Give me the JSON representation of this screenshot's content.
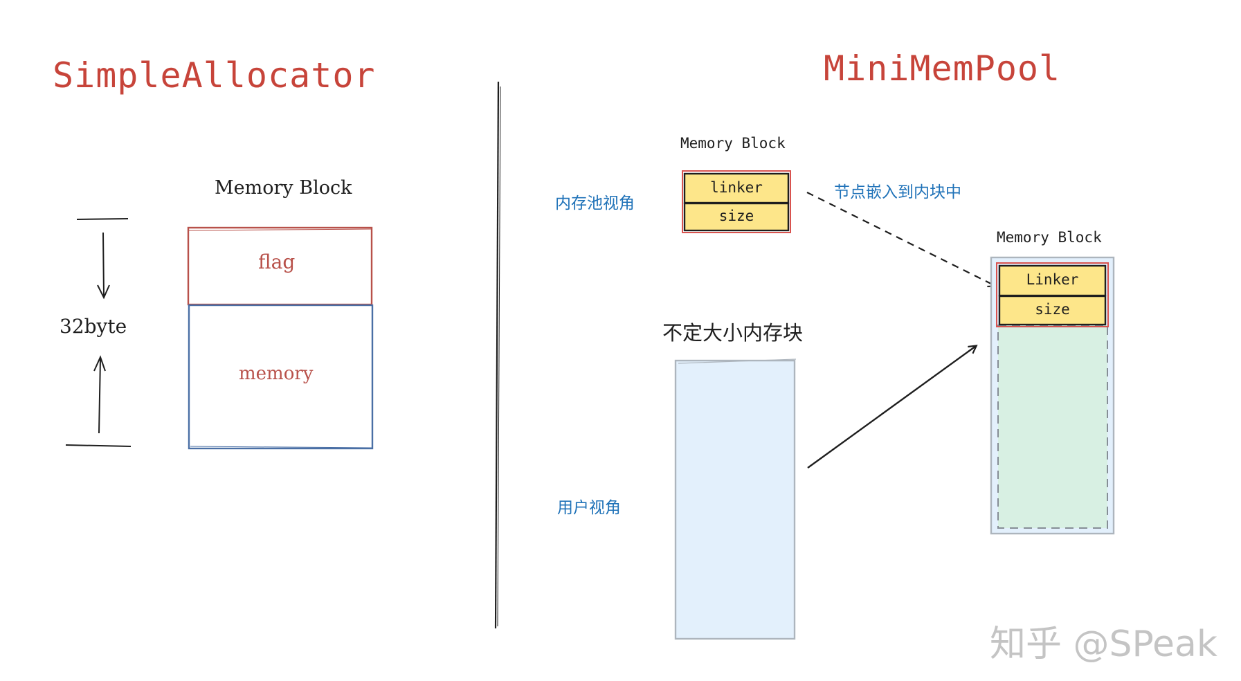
{
  "left": {
    "title": "SimpleAllocator",
    "block_label": "Memory Block",
    "size_label": "32byte",
    "flag_label": "flag",
    "memory_label": "memory"
  },
  "right": {
    "title": "MiniMemPool",
    "top_block_label": "Memory Block",
    "top_linker": "linker",
    "top_size": "size",
    "pool_view_label": "内存池视角",
    "embed_label": "节点嵌入到内块中",
    "var_block_label": "不定大小内存块",
    "user_view_label": "用户视角",
    "right_block_label": "Memory Block",
    "right_linker": "Linker",
    "right_size": "size"
  },
  "watermark": "知乎 @SPeak",
  "colors": {
    "title_red": "#c7443a",
    "flag_box": "#b8514a",
    "memory_box": "#4a6fa5",
    "cell_fill": "#fde68a",
    "var_block_fill": "#e3f0fc",
    "pool_green": "#d8f0e3",
    "label_blue": "#1f72b8"
  }
}
